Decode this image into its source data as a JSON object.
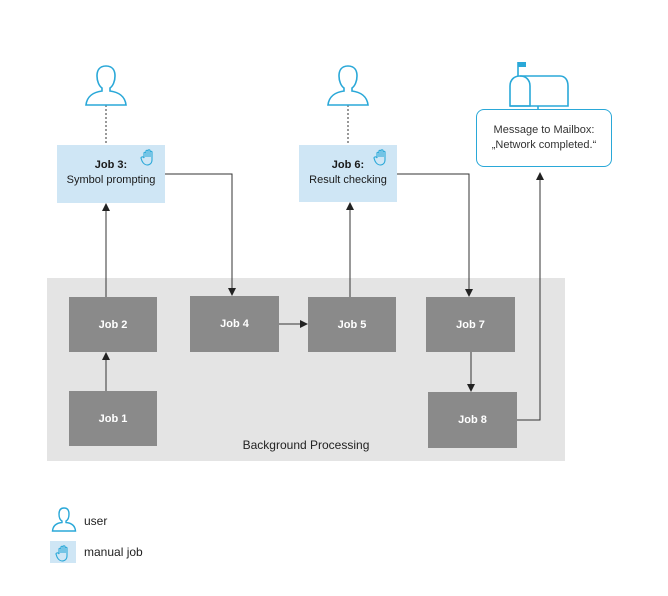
{
  "background": {
    "label": "Background Processing"
  },
  "jobs": {
    "job1": "Job 1",
    "job2": "Job 2",
    "job4": "Job 4",
    "job5": "Job 5",
    "job7": "Job 7",
    "job8": "Job 8"
  },
  "manual_jobs": {
    "job3": {
      "title": "Job 3:",
      "subtitle": "Symbol prompting"
    },
    "job6": {
      "title": "Job 6:",
      "subtitle": "Result checking"
    }
  },
  "mailbox": {
    "line1": "Message to Mailbox:",
    "line2": "„Network  completed.“"
  },
  "legend": {
    "user": "user",
    "manual": "manual job"
  },
  "colors": {
    "accent": "#2aa8d8",
    "manual_fill": "#cfe6f5",
    "job_fill": "#8a8a8a",
    "bg_fill": "#e4e4e4"
  },
  "icons": [
    "user-icon",
    "hand-icon",
    "mailbox-icon"
  ]
}
